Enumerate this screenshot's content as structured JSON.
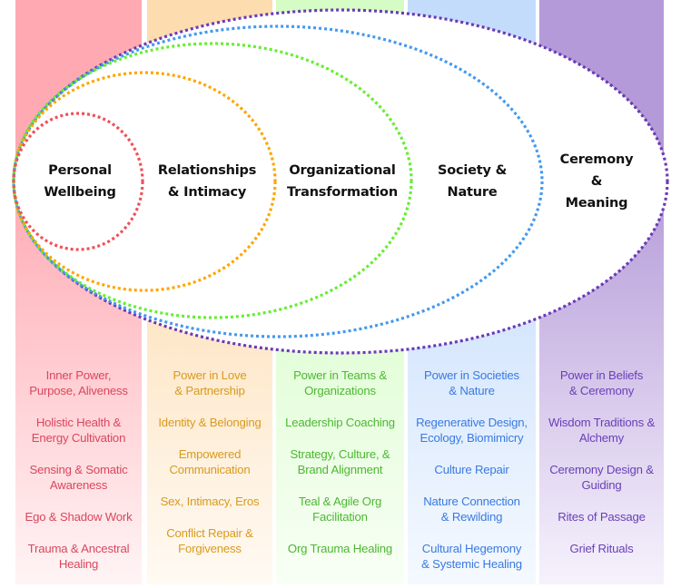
{
  "rings": [
    {
      "id": "personal",
      "label": "Personal\nWellbeing",
      "color": "#f0505a"
    },
    {
      "id": "relationships",
      "label": "Relationships\n& Intimacy",
      "color": "#ffa500"
    },
    {
      "id": "organizational",
      "label": "Organizational\nTransformation",
      "color": "#66ee33"
    },
    {
      "id": "society",
      "label": "Society &\nNature",
      "color": "#4499ee"
    },
    {
      "id": "ceremony",
      "label": "Ceremony &\nMeaning",
      "color": "#6a3ab8"
    }
  ],
  "columns": [
    {
      "id": "personal",
      "text_color": "#d9475c",
      "bg_top": "#ffa9b2",
      "bg_bottom": "#fff4f5",
      "items": [
        "Inner Power,\nPurpose, Aliveness",
        "Holistic Health &\nEnergy Cultivation",
        "Sensing & Somatic\nAwareness",
        "Ego & Shadow Work",
        "Trauma & Ancestral\nHealing"
      ]
    },
    {
      "id": "relationships",
      "text_color": "#d99a1e",
      "bg_top": "#fddcb0",
      "bg_bottom": "#fffaf3",
      "items": [
        "Power in Love\n& Partnership",
        "Identity & Belonging",
        "Empowered\nCommunication",
        "Sex, Intimacy, Eros",
        "Conflict Repair &\nForgiveness"
      ]
    },
    {
      "id": "organizational",
      "text_color": "#4cb832",
      "bg_top": "#d4fcc4",
      "bg_bottom": "#f8fff5",
      "items": [
        "Power in Teams &\nOrganizations",
        "Leadership Coaching",
        "Strategy, Culture, &\nBrand Alignment",
        "Teal & Agile Org\nFacilitation",
        "Org Trauma Healing"
      ]
    },
    {
      "id": "society",
      "text_color": "#3a7ae0",
      "bg_top": "#c4dcfc",
      "bg_bottom": "#f5f9ff",
      "items": [
        "Power in Societies\n& Nature",
        "Regenerative Design,\nEcology, Biomimicry",
        "Culture Repair",
        "Nature Connection\n& Rewilding",
        "Cultural Hegemony\n& Systemic Healing"
      ]
    },
    {
      "id": "ceremony",
      "text_color": "#6a3fb8",
      "bg_top": "#b49ad8",
      "bg_bottom": "#f6f2fc",
      "items": [
        "Power in Beliefs\n& Ceremony",
        "Wisdom Traditions &\nAlchemy",
        "Ceremony Design &\nGuiding",
        "Rites of Passage",
        "Grief Rituals"
      ]
    }
  ]
}
